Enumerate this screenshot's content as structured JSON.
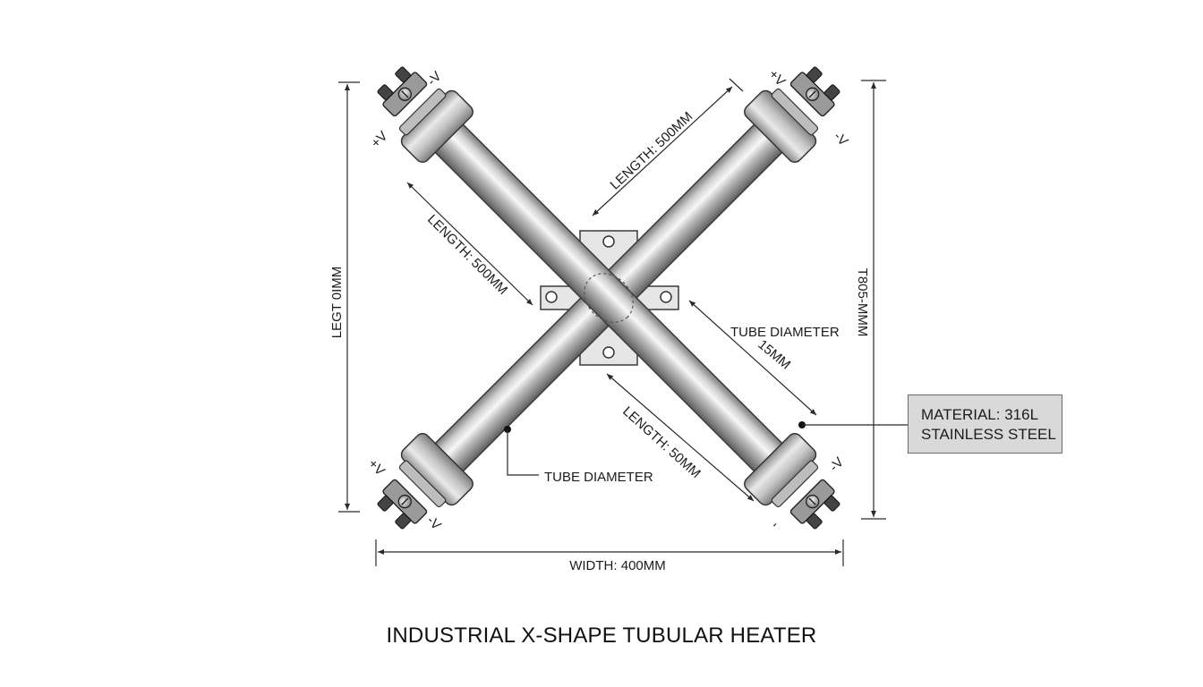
{
  "title": "INDUSTRIAL X-SHAPE TUBULAR HEATER",
  "dimensions": {
    "length_upper_right": "LENGTH: 500MM",
    "length_upper_left": "LENGTH: 500MM",
    "length_lower_right": "LENGTH: 50MM",
    "left_height": "LEGT 0IMM",
    "right_height": "T805-MMM",
    "width": "WIDTH: 400MM",
    "tube_diameter_label": "TUBE DIAMETER",
    "tube_diameter_value": "15MM",
    "tube_diameter_lower": "TUBE DIAMETER"
  },
  "material": {
    "line1": "MATERIAL: 316L",
    "line2": "STAINLESS STEEL"
  },
  "terminals": {
    "top_left_pos": "+V",
    "top_left_neg": "-V",
    "top_right_pos": "+V",
    "top_right_neg": "-V",
    "bottom_left_pos": "+V",
    "bottom_left_neg": "-V",
    "bottom_right_neg": "-V",
    "bottom_right_mark": "-"
  },
  "colors": {
    "tube_light": "#f2f2f2",
    "tube_mid": "#b5b5b5",
    "tube_dark": "#6e6e6e",
    "line": "#2a2a2a",
    "plate": "#e6e6e6",
    "box_fill": "#d9d9d9"
  }
}
